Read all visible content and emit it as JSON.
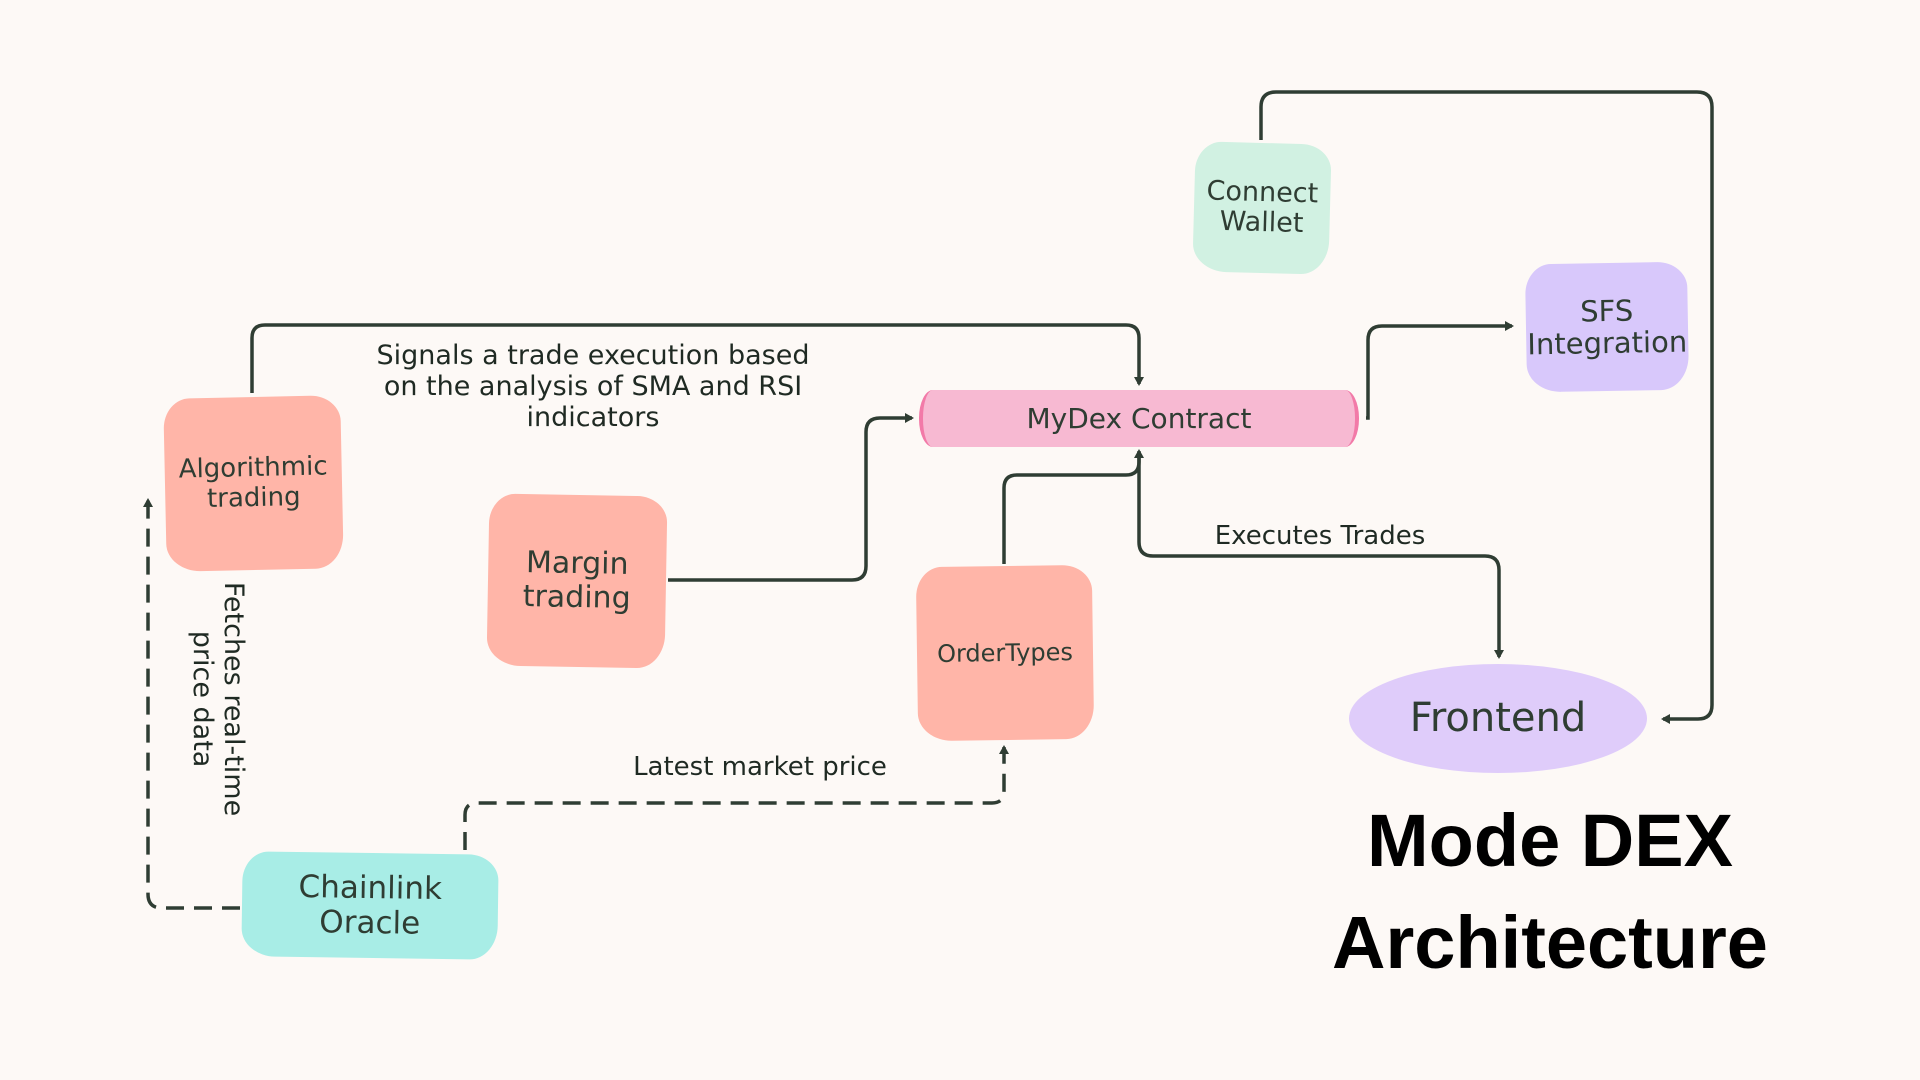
{
  "title": "Mode DEX\nArchitecture",
  "colors": {
    "background": "#fdf9f6",
    "salmon": "#ffb5a8",
    "mint": "#d1f1e2",
    "teal": "#a8ede6",
    "lavender": "#d8c8fb",
    "frontend": "#dfccfa",
    "contract": "#f7b9d2",
    "contract_edge": "#f27aa8",
    "arrow": "#2f3d33"
  },
  "nodes": {
    "algorithmic_trading": "Algorithmic\ntrading",
    "margin_trading": "Margin\ntrading",
    "mydex_contract": "MyDex Contract",
    "order_types": "OrderTypes",
    "connect_wallet": "Connect\nWallet",
    "sfs_integration": "SFS\nIntegration",
    "frontend": "Frontend",
    "chainlink_oracle": "Chainlink\nOracle"
  },
  "edge_labels": {
    "signals": "Signals a trade execution based\non the analysis of SMA and RSI\nindicators",
    "executes_trades": "Executes Trades",
    "latest_market_price": "Latest market price",
    "fetches_price": "Fetches real-time\nprice data"
  }
}
